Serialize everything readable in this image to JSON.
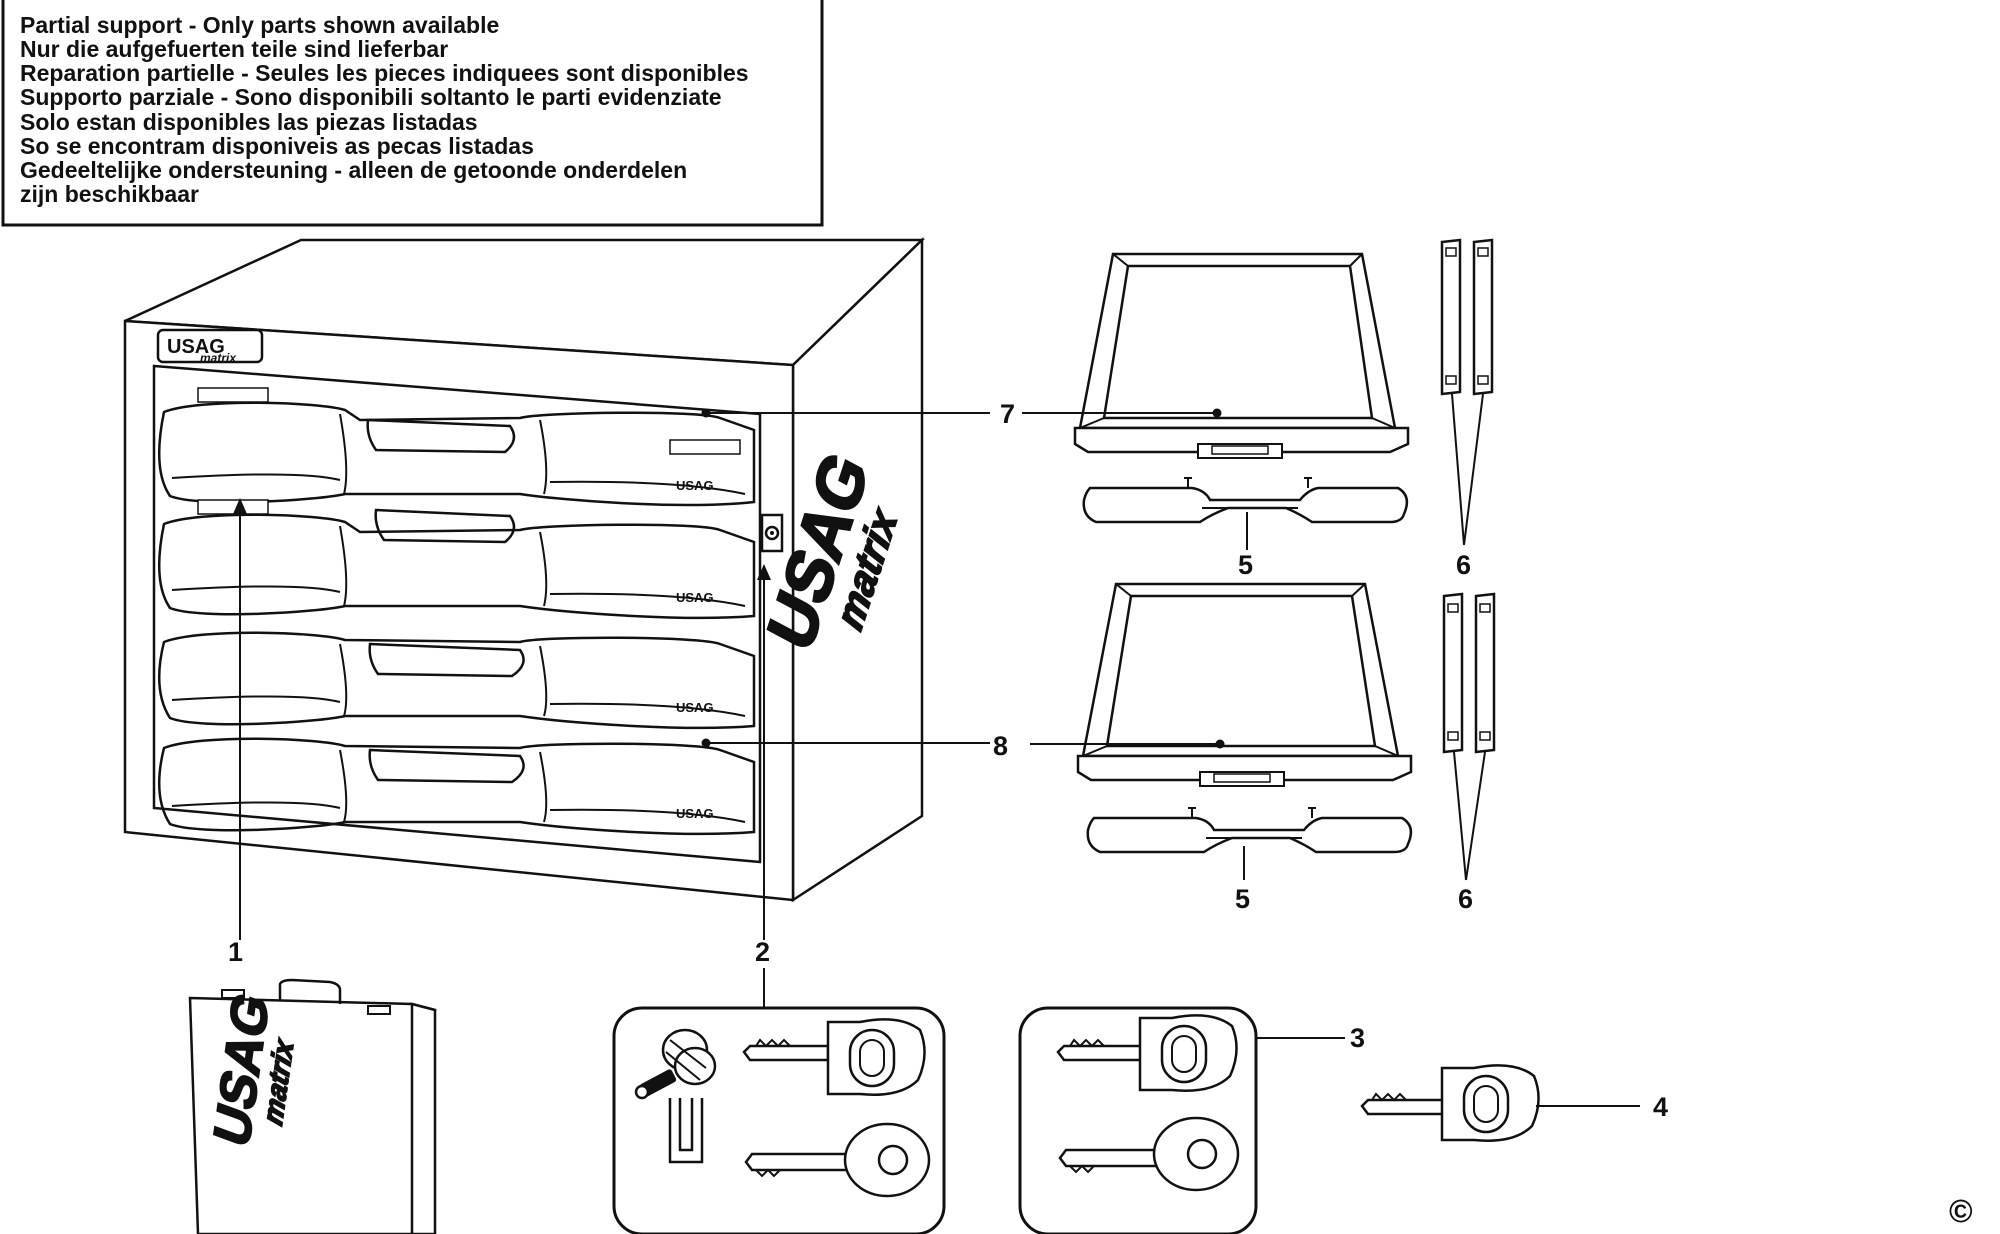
{
  "notice": {
    "lines": [
      "Partial support - Only parts shown available",
      "Nur die aufgefuerten teile sind lieferbar",
      "Reparation partielle - Seules les pieces indiquees sont disponibles",
      "Supporto parziale - Sono disponibili soltanto le parti evidenziate",
      "Solo estan disponibles las piezas listadas",
      "So se encontram disponiveis as pecas listadas",
      "Gedeeltelijke ondersteuning - alleen de getoonde onderdelen",
      "zijn beschikbaar"
    ]
  },
  "branding": {
    "brand": "USAG",
    "sub_brand": "matrix"
  },
  "callouts": {
    "part_1": "1",
    "part_2": "2",
    "part_3": "3",
    "part_4": "4",
    "part_5_upper": "5",
    "part_5_lower": "5",
    "part_6_upper": "6",
    "part_6_lower": "6",
    "part_7": "7",
    "part_8": "8"
  },
  "copyright_mark": "©"
}
